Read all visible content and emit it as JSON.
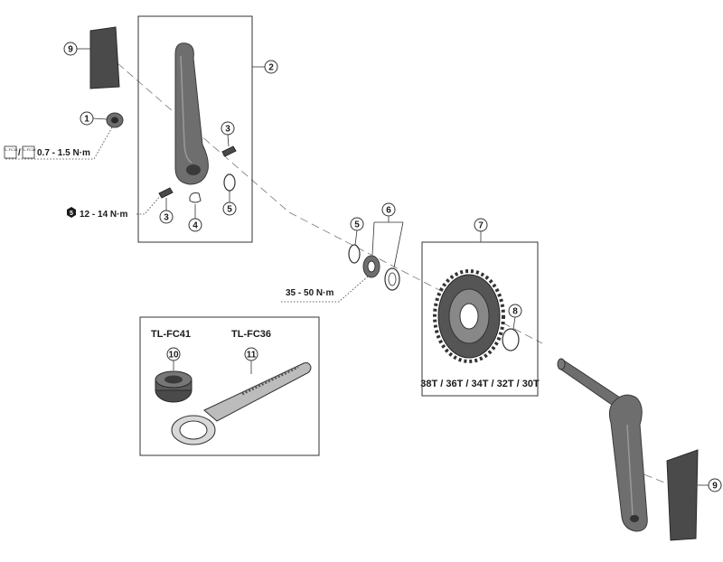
{
  "callouts": {
    "c1": "1",
    "c2": "2",
    "c3a": "3",
    "c3b": "3",
    "c4": "4",
    "c5a": "5",
    "c5b": "5",
    "c6": "6",
    "c7": "7",
    "c8": "8",
    "c9a": "9",
    "c9b": "9",
    "c10": "10",
    "c11": "11"
  },
  "torque": {
    "cap_tool_a": "TL-FC16",
    "cap_tool_b": "TL-FC18",
    "cap_sep": "/",
    "cap_value": "0.7 - 1.5 N·m",
    "bolt_hex": "5",
    "bolt_value": "12 - 14 N·m",
    "lockring_value": "35 - 50 N·m"
  },
  "tools": {
    "tool_a": "TL-FC41",
    "tool_b": "TL-FC36"
  },
  "chainring": {
    "sizes": "38T / 36T / 34T / 32T / 30T"
  }
}
